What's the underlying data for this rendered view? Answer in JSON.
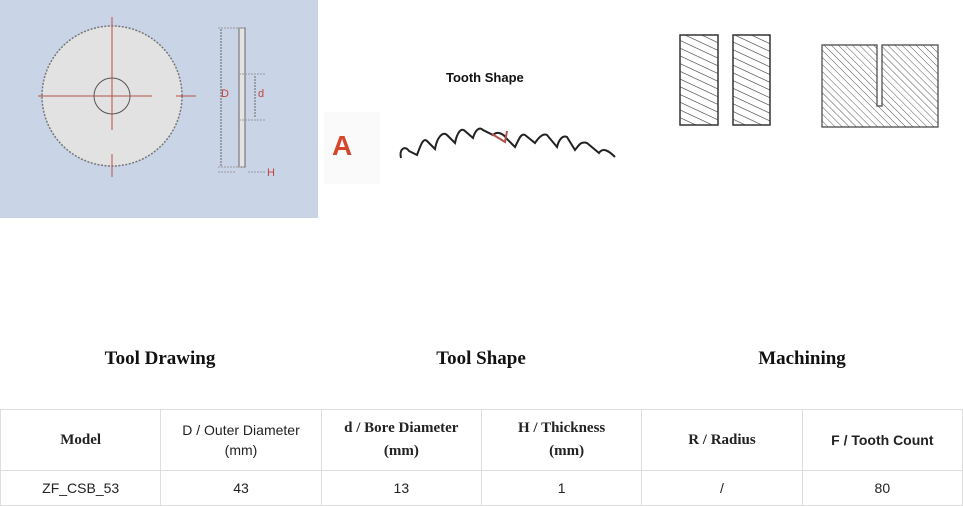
{
  "figures": {
    "drawing_labels": {
      "outer": "D",
      "bore": "d",
      "thickness": "H"
    },
    "shape_letter": "A",
    "shape_title": "Tooth Shape"
  },
  "captions": [
    "Tool Drawing",
    "Tool Shape",
    "Machining"
  ],
  "table": {
    "headers": [
      {
        "line1": "Model",
        "line2": ""
      },
      {
        "line1": "D / Outer Diameter",
        "line2": "(mm)"
      },
      {
        "line1": "d / Bore Diameter",
        "line2": "(mm)"
      },
      {
        "line1": "H / Thickness",
        "line2": "(mm)"
      },
      {
        "line1": "R / Radius",
        "line2": ""
      },
      {
        "line1": "F / Tooth Count",
        "line2": ""
      }
    ],
    "rows": [
      [
        "ZF_CSB_53",
        "43",
        "13",
        "1",
        "/",
        "80"
      ]
    ]
  },
  "colors": {
    "drawing_bg": "#c9d4e7",
    "accent_red": "#d4472a"
  }
}
